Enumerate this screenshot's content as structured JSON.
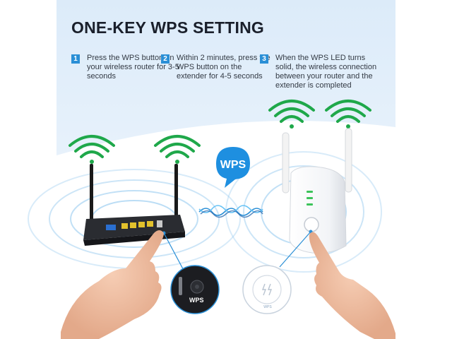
{
  "title": "ONE-KEY WPS SETTING",
  "steps": [
    {
      "num": "1",
      "text": "Press the WPS button on your wireless router for 3-5 seconds"
    },
    {
      "num": "2",
      "text": "Within 2 minutes, press the WPS button on the extender for 4-5 seconds"
    },
    {
      "num": "3",
      "text": "When the WPS LED turns solid, the wireless connection between your router and the extender is completed"
    }
  ],
  "bubble_label": "WPS",
  "router_button_label": "WPS",
  "extender_button_label": "WPS",
  "colors": {
    "accent": "#2a8fd6",
    "wifi_green": "#1fa84a",
    "bubble_blue": "#1e8fe0",
    "led_green": "#3cc35a",
    "background_sky": "#e6f1fb"
  }
}
